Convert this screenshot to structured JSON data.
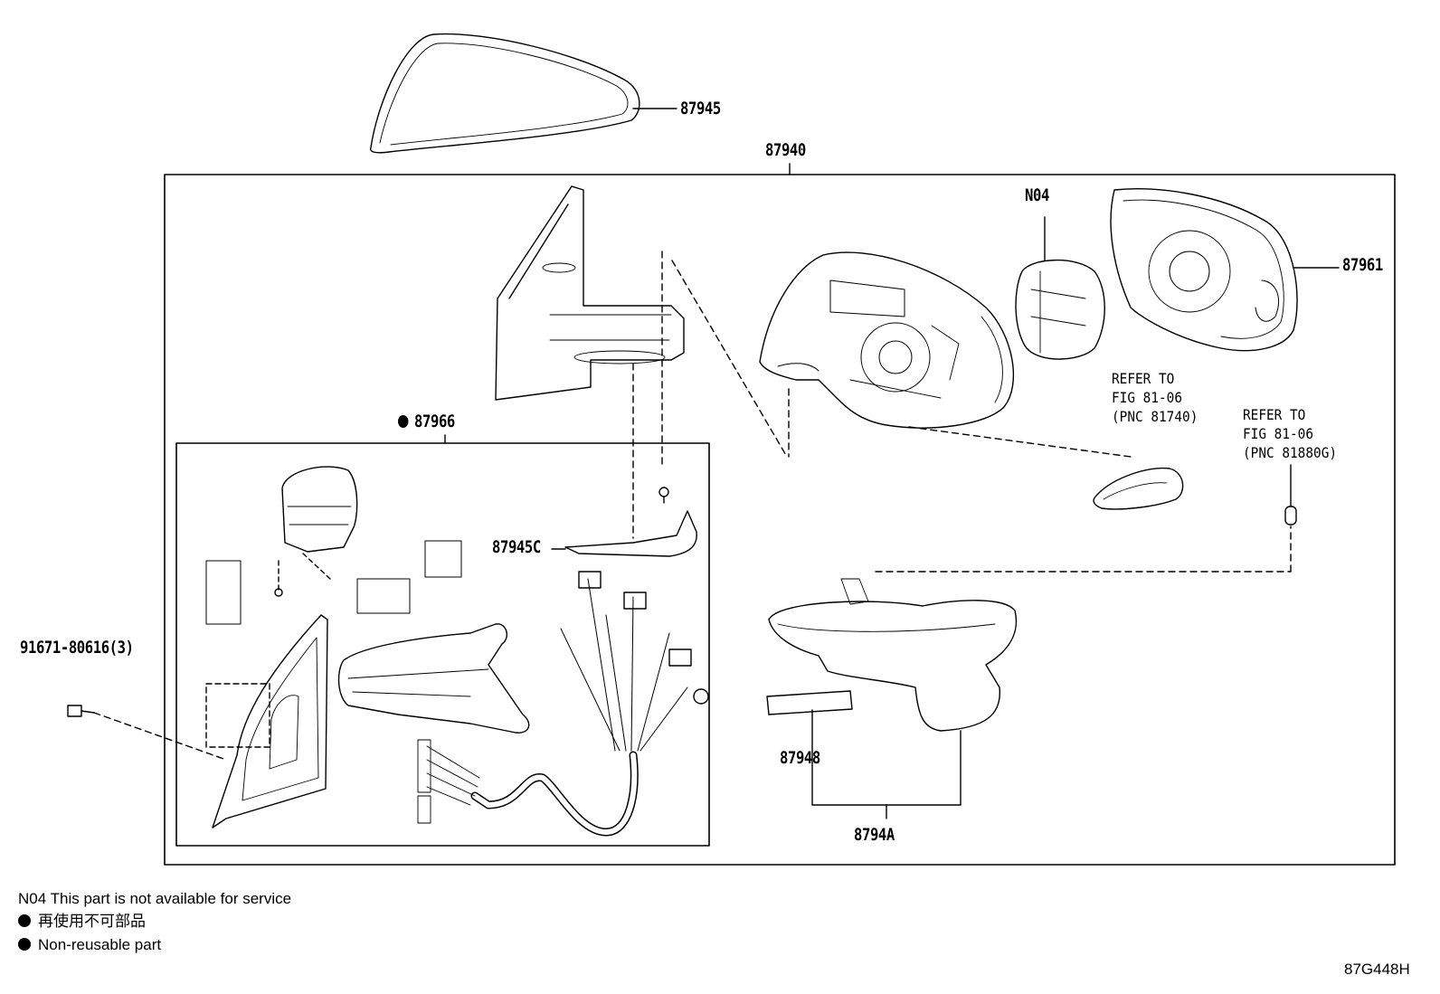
{
  "parts": {
    "p87945": "87945",
    "p87940": "87940",
    "pN04": "N04",
    "p87961": "87961",
    "p87966": "87966",
    "p87945c": "87945C",
    "p91671": "91671-80616(3)",
    "p87948": "87948",
    "p8794a": "8794A"
  },
  "refs": {
    "ref1": {
      "line1": "REFER TO",
      "line2": "FIG 81-06",
      "line3": "(PNC 81740)"
    },
    "ref2": {
      "line1": "REFER TO",
      "line2": "FIG 81-06",
      "line3": "(PNC 81880G)"
    }
  },
  "legend": {
    "n04_note": "N04 This part is not available for service",
    "jp_note": "再使用不可部品",
    "en_note": "Non-reusable part"
  },
  "figure_id": "87G448H"
}
